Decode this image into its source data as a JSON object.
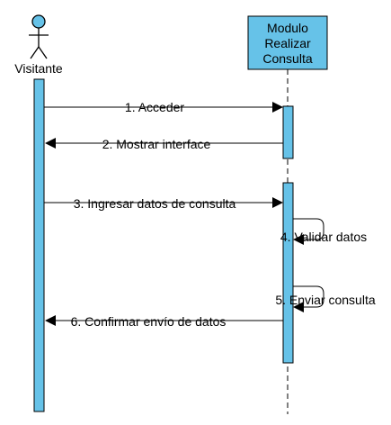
{
  "actor": {
    "label": "Visitante"
  },
  "component": {
    "line1": "Modulo",
    "line2": "Realizar",
    "line3": "Consulta"
  },
  "messages": {
    "m1": "1. Acceder",
    "m2": "2. Mostrar interface",
    "m3": "3. Ingresar datos de consulta",
    "m4": "4. Validar datos",
    "m5": "5. Enviar consulta",
    "m6": "6. Confirmar envío de datos"
  },
  "colors": {
    "activation": "#66c2e8",
    "box": "#66c2e8",
    "line": "#000000"
  }
}
